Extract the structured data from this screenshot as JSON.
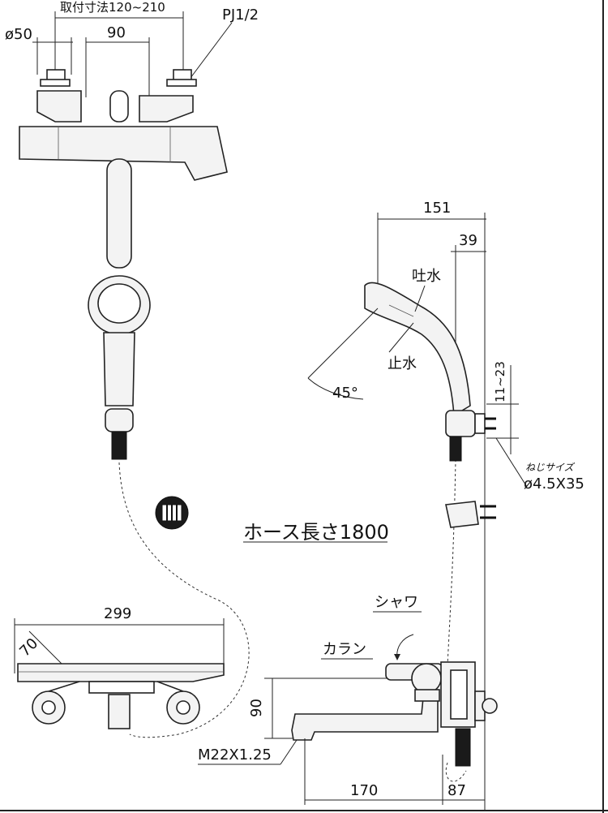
{
  "labels": {
    "mount_range": "取付寸法120~210",
    "pj_thread": "PJ1/2",
    "dia_50": "ø50",
    "dim_90_top": "90",
    "dim_151": "151",
    "dim_39": "39",
    "discharge": "吐水",
    "stop": "止水",
    "angle_45": "45°",
    "dim_11_23": "11~23",
    "screw_size_label": "ねじサイズ",
    "screw_size": "ø4.5X35",
    "hose_length": "ホース長さ1800",
    "dim_299": "299",
    "dim_70": "70",
    "shower": "シャワ",
    "faucet": "カラン",
    "dim_90_side": "90",
    "m22": "M22X1.25",
    "dim_170": "170",
    "dim_87": "87"
  }
}
